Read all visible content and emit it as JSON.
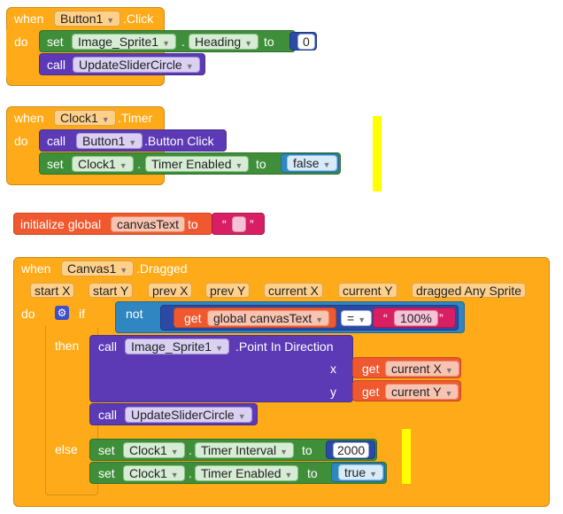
{
  "block1": {
    "when": "when",
    "component": "Button1",
    "event": ".Click",
    "do": "do",
    "set": "set",
    "set_component": "Image_Sprite1",
    "dot": ".",
    "property": "Heading",
    "to": "to",
    "value": "0",
    "call": "call",
    "procedure": "UpdateSliderCircle"
  },
  "block2": {
    "when": "when",
    "component": "Clock1",
    "event": ".Timer",
    "do": "do",
    "call": "call",
    "call_component": "Button1",
    "call_method": ".Button Click",
    "set": "set",
    "set_component": "Clock1",
    "dot": ".",
    "property": "Timer Enabled",
    "to": "to",
    "value": "false"
  },
  "block3": {
    "label": "initialize global",
    "var_name": "canvasText",
    "to": "to",
    "open_quote": "“",
    "close_quote": "”"
  },
  "block4": {
    "when": "when",
    "component": "Canvas1",
    "event": ".Dragged",
    "params": [
      "start X",
      "start Y",
      "prev X",
      "prev Y",
      "current X",
      "current Y",
      "dragged Any Sprite"
    ],
    "do": "do",
    "if": "if",
    "then": "then",
    "else": "else",
    "not": "not",
    "get": "get",
    "global_var": "global canvasText",
    "eq": "=",
    "string_open": "“",
    "string_value": "100%",
    "string_close": "”",
    "call1": "call",
    "call1_component": "Image_Sprite1",
    "call1_method": ".Point In Direction",
    "x_label": "x",
    "y_label": "y",
    "get_x": "get",
    "x_var": "current X",
    "get_y": "get",
    "y_var": "current Y",
    "call2": "call",
    "call2_procedure": "UpdateSliderCircle",
    "set1": "set",
    "set1_component": "Clock1",
    "dot": ".",
    "set1_property": "Timer Interval",
    "set1_to": "to",
    "set1_value": "2000",
    "set2": "set",
    "set2_component": "Clock1",
    "set2_property": "Timer Enabled",
    "set2_to": "to",
    "set2_value": "true"
  },
  "colors": {
    "event": "#ffab19",
    "setter": "#3f8f3a",
    "call": "#5c3ab5",
    "variable": "#f0592f",
    "math": "#2b4aa6",
    "logic": "#2f86c0",
    "text": "#d81f63",
    "highlight": "#ffff00"
  }
}
